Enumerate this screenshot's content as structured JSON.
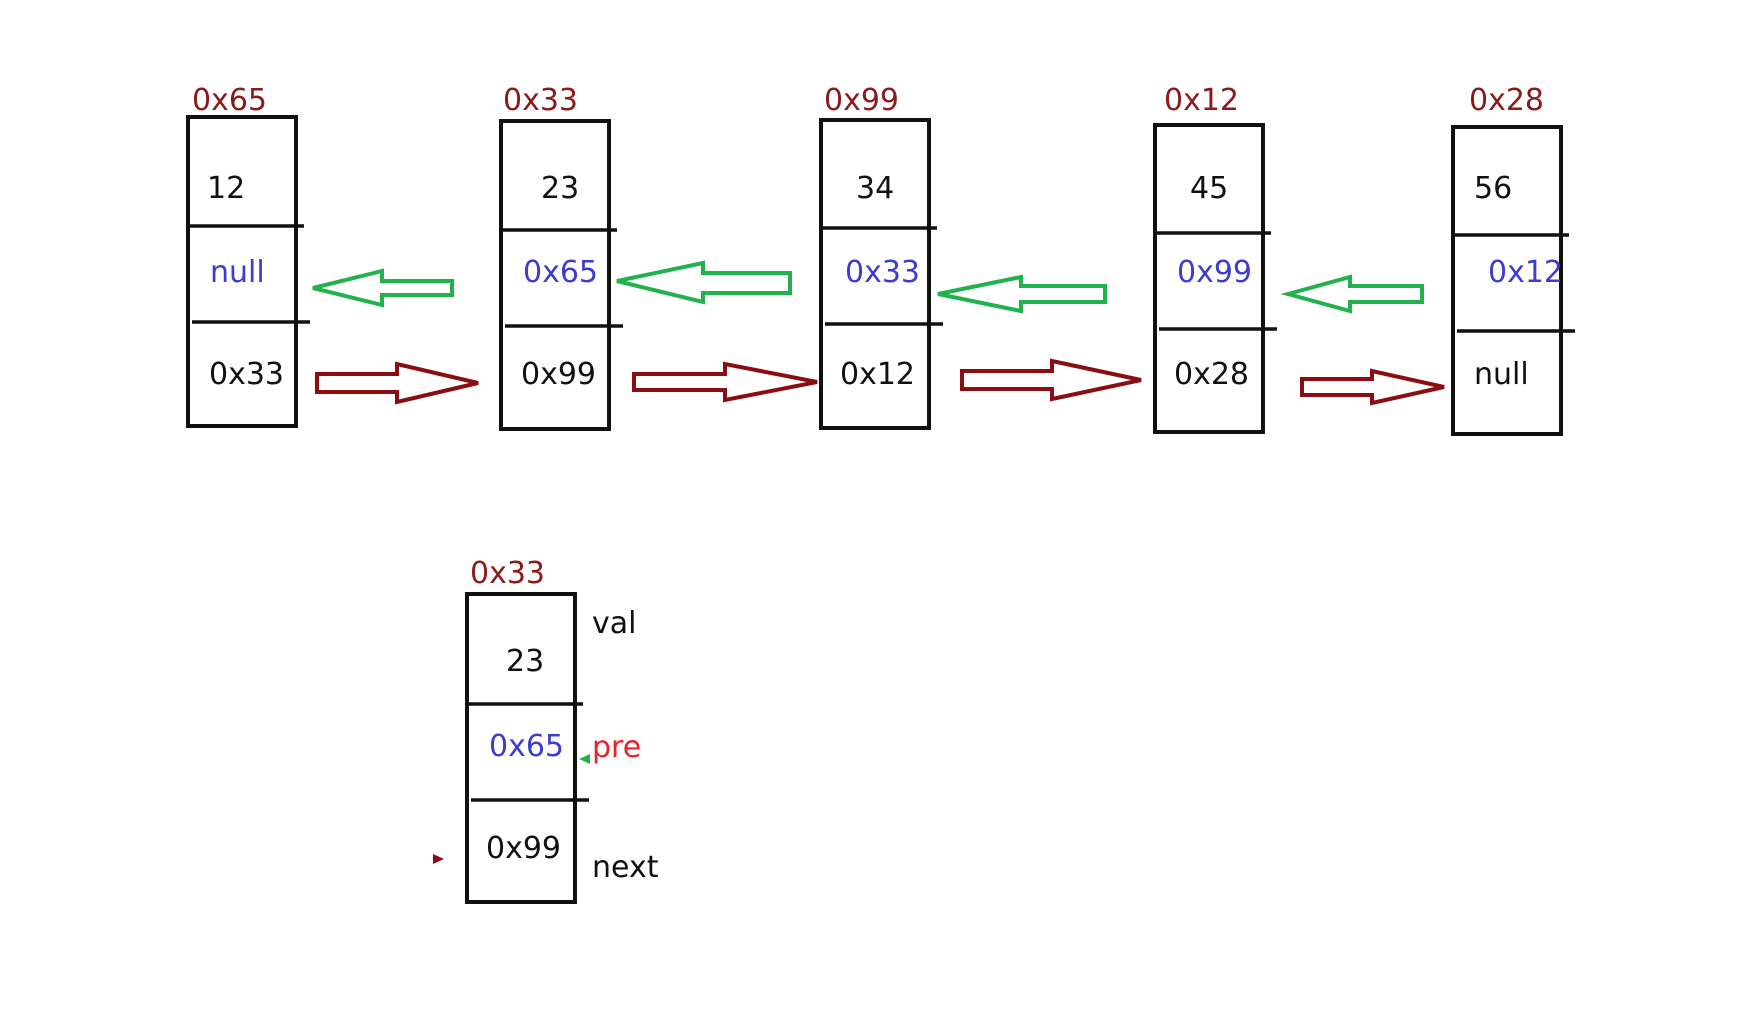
{
  "colors": {
    "address": "#8b1a1a",
    "prev_pointer_text": "#3c3cd0",
    "back_arrow": "#22b24c",
    "forward_arrow": "#8b0d12",
    "pre_label": "#e8222a",
    "outline": "#111111"
  },
  "list": {
    "nodes": [
      {
        "address": "0x65",
        "val": "12",
        "prev": "null",
        "next": "0x33"
      },
      {
        "address": "0x33",
        "val": "23",
        "prev": "0x65",
        "next": "0x99"
      },
      {
        "address": "0x99",
        "val": "34",
        "prev": "0x33",
        "next": "0x12"
      },
      {
        "address": "0x12",
        "val": "45",
        "prev": "0x99",
        "next": "0x28"
      },
      {
        "address": "0x28",
        "val": "56",
        "prev": "0x12",
        "next": "null"
      }
    ]
  },
  "detail": {
    "address": "0x33",
    "val": "23",
    "prev": "0x65",
    "next": "0x99",
    "labels": {
      "val": "val",
      "pre": "pre",
      "next": "next"
    }
  }
}
